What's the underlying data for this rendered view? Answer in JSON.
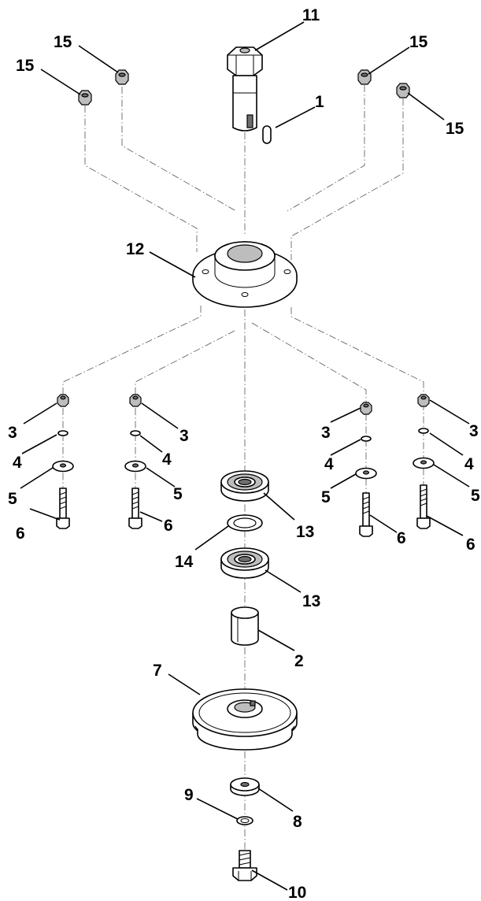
{
  "diagram": {
    "callouts": [
      {
        "id": "c11",
        "label": "11"
      },
      {
        "id": "c15a",
        "label": "15"
      },
      {
        "id": "c15b",
        "label": "15"
      },
      {
        "id": "c15c",
        "label": "15"
      },
      {
        "id": "c15d",
        "label": "15"
      },
      {
        "id": "c1",
        "label": "1"
      },
      {
        "id": "c12",
        "label": "12"
      },
      {
        "id": "c3a",
        "label": "3"
      },
      {
        "id": "c4a",
        "label": "4"
      },
      {
        "id": "c5a",
        "label": "5"
      },
      {
        "id": "c6a",
        "label": "6"
      },
      {
        "id": "c3b",
        "label": "3"
      },
      {
        "id": "c4b",
        "label": "4"
      },
      {
        "id": "c5b",
        "label": "5"
      },
      {
        "id": "c6b",
        "label": "6"
      },
      {
        "id": "c3c",
        "label": "3"
      },
      {
        "id": "c4c",
        "label": "4"
      },
      {
        "id": "c5c",
        "label": "5"
      },
      {
        "id": "c6c",
        "label": "6"
      },
      {
        "id": "c3d",
        "label": "3"
      },
      {
        "id": "c4d",
        "label": "4"
      },
      {
        "id": "c5d",
        "label": "5"
      },
      {
        "id": "c6d",
        "label": "6"
      },
      {
        "id": "c13a",
        "label": "13"
      },
      {
        "id": "c14",
        "label": "14"
      },
      {
        "id": "c13b",
        "label": "13"
      },
      {
        "id": "c2",
        "label": "2"
      },
      {
        "id": "c7",
        "label": "7"
      },
      {
        "id": "c8",
        "label": "8"
      },
      {
        "id": "c9",
        "label": "9"
      },
      {
        "id": "c10",
        "label": "10"
      }
    ]
  }
}
